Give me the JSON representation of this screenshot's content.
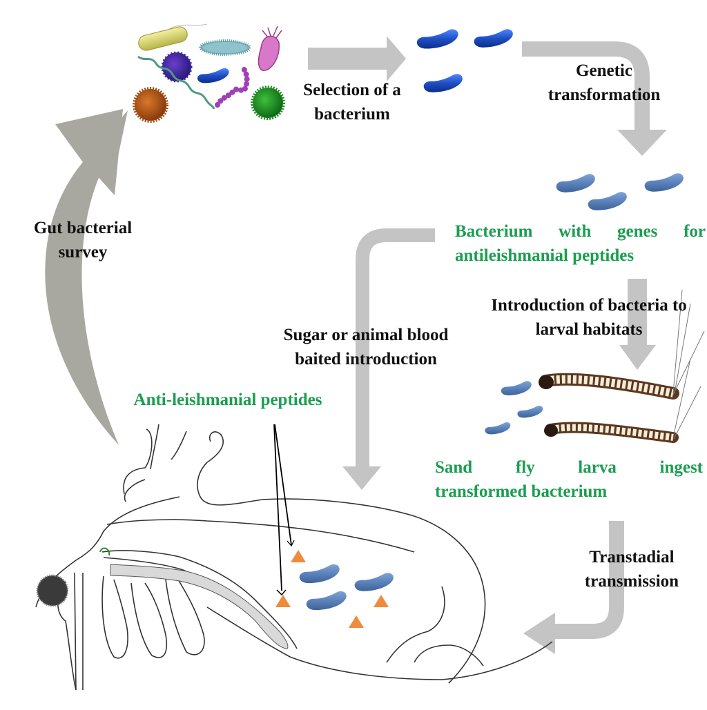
{
  "diagram": {
    "title": "Paratransgenic control cycle of sand fly using transformed gut bacteria",
    "colors": {
      "arrow_gray": "#c4c4c4",
      "curved_arrow_gray": "#a9a8a0",
      "label_black": "#111111",
      "label_green": "#1a9e50",
      "selected_bacterium_blue": "#1f4fc4",
      "transformed_bacterium_blue": "#5b82bb",
      "peptide_orange": "#f08a3c"
    },
    "steps": [
      {
        "id": "selection",
        "lines": [
          "Selection of a",
          "bacterium"
        ],
        "color": "black"
      },
      {
        "id": "genetic-transformation",
        "lines": [
          "Genetic",
          "transformation"
        ],
        "color": "black"
      },
      {
        "id": "transformed-bacterium",
        "lines": [
          "Bacterium with genes for",
          "antileishmanial peptides"
        ],
        "color": "green"
      },
      {
        "id": "larval-introduction",
        "lines": [
          "Introduction of bacteria to",
          "larval habitats"
        ],
        "color": "black"
      },
      {
        "id": "larva-ingest",
        "lines": [
          "Sand fly larva ingest",
          "transformed bacterium"
        ],
        "color": "green"
      },
      {
        "id": "transtadial",
        "lines": [
          "Transtadial",
          "transmission"
        ],
        "color": "black"
      },
      {
        "id": "bait-introduction",
        "lines": [
          "Sugar or animal blood",
          "baited introduction"
        ],
        "color": "black"
      },
      {
        "id": "peptides",
        "lines": [
          "Anti-leishmanial peptides"
        ],
        "color": "green"
      },
      {
        "id": "gut-survey",
        "lines": [
          "Gut bacterial",
          "survey"
        ],
        "color": "black"
      }
    ],
    "icons": {
      "microbe_collection": [
        "yellow-rod-bacterium",
        "blue-coccus",
        "flagellated-bacterium",
        "pink-protozoan",
        "spirochete",
        "blue-rod-bacterium",
        "purple-chain-cocci",
        "orange-virus",
        "green-virus"
      ],
      "selected_bacteria_count": 3,
      "transformed_bacteria_count": 3,
      "larva_bacteria_count": 3,
      "larva_count": 2,
      "gut_bacteria_count": 3,
      "peptide_triangle_count": 4
    }
  }
}
